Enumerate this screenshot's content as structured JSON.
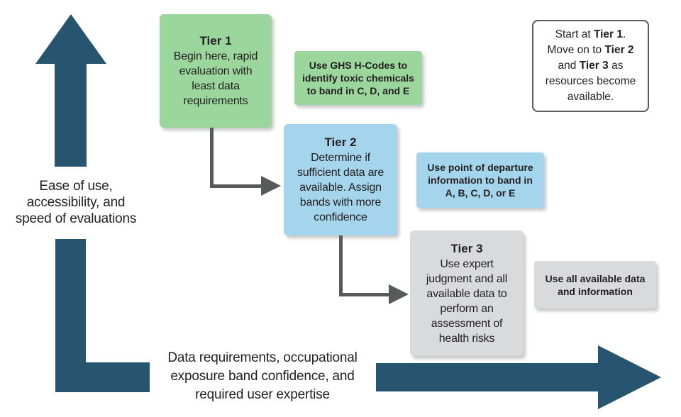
{
  "colors": {
    "axis_arrow": "#27546f",
    "connector": "#58595b",
    "text": "#231f20",
    "tier1_fill": "#9bd69d",
    "tier2_fill": "#a5d5ec",
    "tier3_fill": "#d9dadb",
    "note_ghs_fill": "#9bd69d",
    "note_pod_fill": "#a5d5ec",
    "note_alldata_fill": "#d9dadb",
    "callout_border": "#58595b"
  },
  "axes": {
    "vertical_label": [
      "Ease of use,",
      "accessibility, and",
      "speed of evaluations"
    ],
    "horizontal_label": [
      "Data requirements, occupational",
      "exposure band confidence, and",
      "required user expertise"
    ]
  },
  "tiers": [
    {
      "title": "Tier 1",
      "body": [
        "Begin here, rapid",
        "evaluation with",
        "least data",
        "requirements"
      ]
    },
    {
      "title": "Tier 2",
      "body": [
        "Determine if",
        "sufficient data are",
        "available. Assign",
        "bands with more",
        "confidence"
      ]
    },
    {
      "title": "Tier 3",
      "body": [
        "Use expert",
        "judgment and all",
        "available data to",
        "perform an",
        "assessment of",
        "health risks"
      ]
    }
  ],
  "notes": {
    "ghs": [
      "Use GHS H-Codes to",
      "identify toxic chemicals",
      "to band in C, D, and E"
    ],
    "pod": [
      "Use point of departure",
      "information to band in",
      "A, B, C, D, or E"
    ],
    "alldata": [
      "Use all available data",
      "and information"
    ]
  },
  "callout": {
    "lines": [
      [
        {
          "t": "Start at ",
          "b": false
        },
        {
          "t": "Tier 1",
          "b": true
        },
        {
          "t": ".",
          "b": false
        }
      ],
      [
        {
          "t": "Move on to ",
          "b": false
        },
        {
          "t": "Tier 2",
          "b": true
        }
      ],
      [
        {
          "t": "and ",
          "b": false
        },
        {
          "t": "Tier 3",
          "b": true
        },
        {
          "t": " as",
          "b": false
        }
      ],
      [
        {
          "t": "resources become",
          "b": false
        }
      ],
      [
        {
          "t": "available.",
          "b": false
        }
      ]
    ]
  }
}
